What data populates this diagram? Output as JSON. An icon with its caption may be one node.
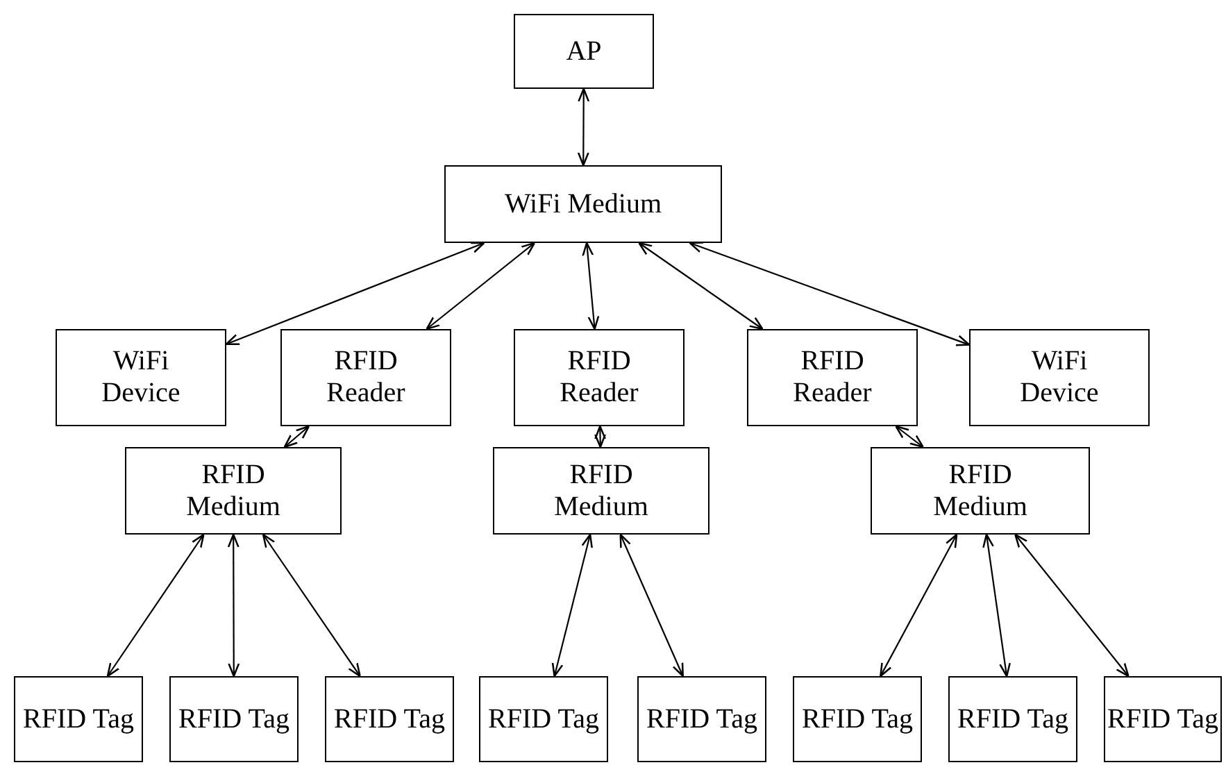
{
  "diagram": {
    "nodes": [
      {
        "text": [
          "AP"
        ]
      },
      {
        "text": [
          "WiFi Medium"
        ]
      },
      {
        "text": [
          "WiFi Device"
        ]
      },
      {
        "text": [
          "RFID Reader"
        ]
      },
      {
        "text": [
          "RFID Reader"
        ]
      },
      {
        "text": [
          "RFID Reader"
        ]
      },
      {
        "text": [
          "WiFi Device"
        ]
      },
      {
        "text": [
          "RFID Medium"
        ]
      },
      {
        "text": [
          "RFID Medium"
        ]
      },
      {
        "text": [
          "RFID Medium"
        ]
      },
      {
        "text": [
          "RFID Tag"
        ]
      },
      {
        "text": [
          "RFID Tag"
        ]
      },
      {
        "text": [
          "RFID Tag"
        ]
      },
      {
        "text": [
          "RFID Tag"
        ]
      },
      {
        "text": [
          "RFID Tag"
        ]
      },
      {
        "text": [
          "RFID Tag"
        ]
      },
      {
        "text": [
          "RFID Tag"
        ]
      },
      {
        "text": [
          "RFID Tag"
        ]
      }
    ],
    "edges": [
      {
        "from": 0,
        "to": 1,
        "arrow": "both"
      },
      {
        "from": 1,
        "to": 2,
        "arrow": "both"
      },
      {
        "from": 1,
        "to": 3,
        "arrow": "both"
      },
      {
        "from": 1,
        "to": 4,
        "arrow": "both"
      },
      {
        "from": 1,
        "to": 5,
        "arrow": "both"
      },
      {
        "from": 1,
        "to": 6,
        "arrow": "both"
      },
      {
        "from": 3,
        "to": 7,
        "arrow": "both"
      },
      {
        "from": 4,
        "to": 8,
        "arrow": "both"
      },
      {
        "from": 5,
        "to": 9,
        "arrow": "both"
      },
      {
        "from": 7,
        "to": 10,
        "arrow": "both"
      },
      {
        "from": 7,
        "to": 11,
        "arrow": "both"
      },
      {
        "from": 7,
        "to": 12,
        "arrow": "both"
      },
      {
        "from": 8,
        "to": 13,
        "arrow": "both"
      },
      {
        "from": 8,
        "to": 14,
        "arrow": "both"
      },
      {
        "from": 9,
        "to": 15,
        "arrow": "both"
      },
      {
        "from": 9,
        "to": 16,
        "arrow": "both"
      },
      {
        "from": 9,
        "to": 17,
        "arrow": "both"
      }
    ]
  }
}
